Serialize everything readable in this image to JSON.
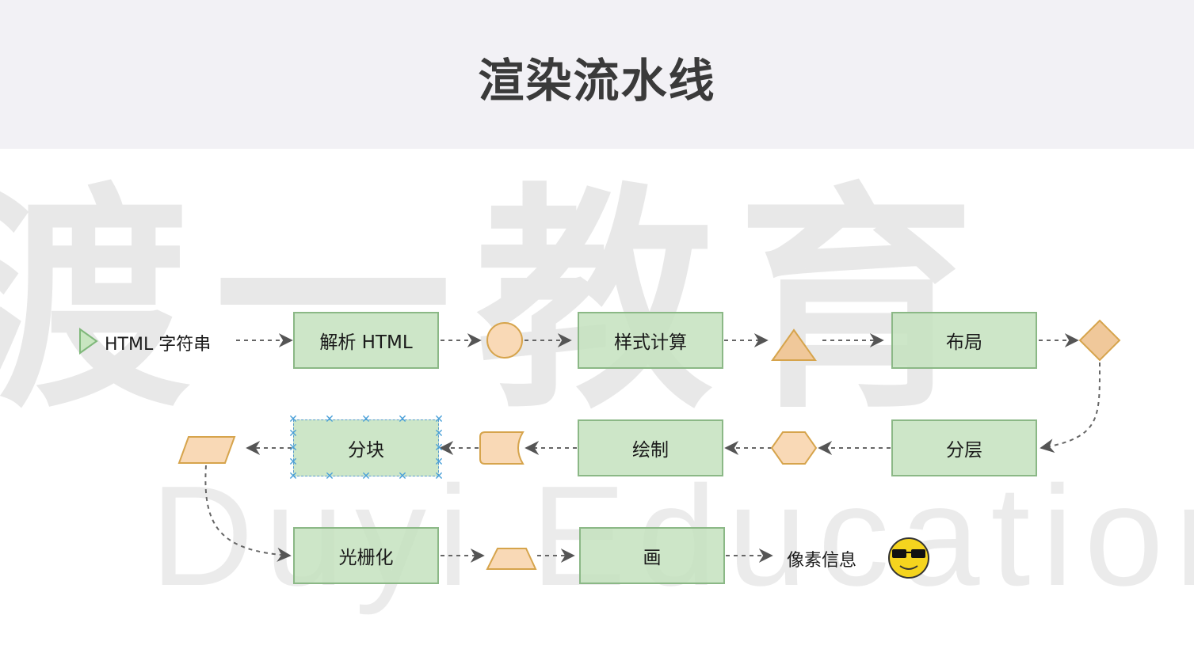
{
  "title": "渲染流水线",
  "watermark": {
    "cn": "渡一教育",
    "en": "Duyi Education"
  },
  "pipeline": {
    "start_label": "HTML 字符串",
    "parse": "解析 HTML",
    "style": "样式计算",
    "layout": "布局",
    "layer": "分层",
    "paint": "绘制",
    "tiling": "分块",
    "raster": "光栅化",
    "draw": "画",
    "end_label": "像素信息"
  },
  "colors": {
    "box_fill": "#c4e2be",
    "box_border": "#8bb886",
    "shape_fill": "#f9d9b6",
    "shape_border": "#d6a44c",
    "arrow": "#555555",
    "header_bg": "#f2f1f5"
  },
  "icons": [
    "play-triangle-icon",
    "circle-shape",
    "triangle-shape",
    "diamond-shape",
    "hexagon-shape",
    "delay-shape",
    "parallelogram-shape",
    "trapezoid-shape",
    "sunglasses-smiley-icon"
  ]
}
